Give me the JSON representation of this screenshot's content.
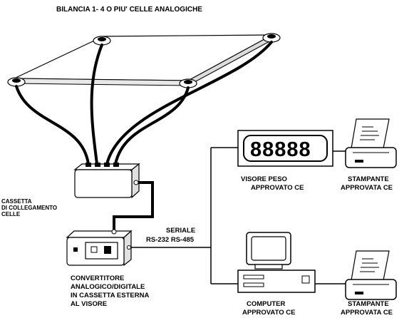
{
  "title": "BILANCIA 1- 4 O PIU' CELLE ANALOGICHE",
  "junction_box": {
    "lines": [
      "CASSETTA",
      "DI COLLEGAMENTO",
      "CELLE"
    ]
  },
  "serial": {
    "line1": "SERIALE",
    "line2": "RS-232  RS-485"
  },
  "converter": {
    "lines": [
      "CONVERTITORE",
      "ANALOGICO/DIGITALE",
      "IN CASSETTA ESTERNA",
      "AL VISORE"
    ]
  },
  "display": {
    "digits": "88888",
    "lines": [
      "VISORE PESO",
      "APPROVATO  CE"
    ]
  },
  "printer_top": {
    "lines": [
      "STAMPANTE",
      "APPROVATA  CE"
    ]
  },
  "computer": {
    "lines": [
      "COMPUTER",
      "APPROVATO  CE"
    ]
  },
  "printer_bottom": {
    "lines": [
      "STAMPANTE",
      "APPROVATA  CE"
    ]
  }
}
